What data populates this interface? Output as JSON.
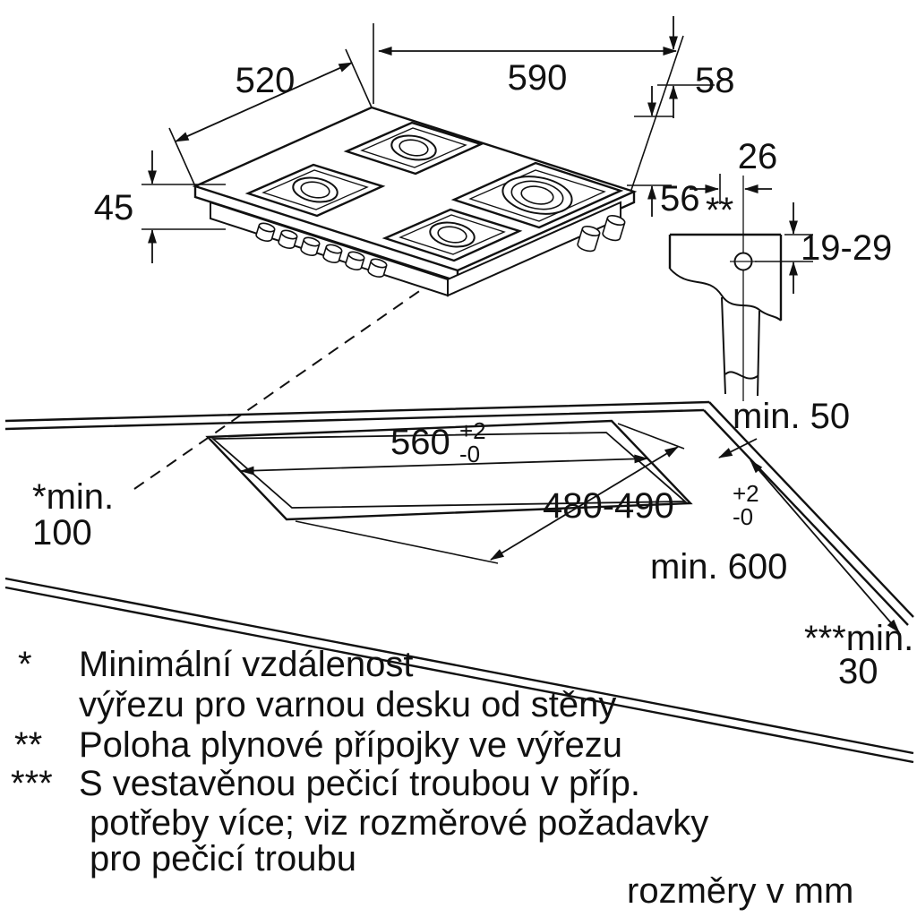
{
  "dims": {
    "hob_depth": "520",
    "hob_width": "590",
    "d58": "58",
    "d45": "45",
    "d56": "56",
    "gas_marker": "**",
    "gas_offset": "26",
    "gas_range": "19-29",
    "cutout_width": "560",
    "cutout_depth": "480-490",
    "tol_plus": "+2",
    "tol_minus": "-0",
    "min_rear": "min. 50",
    "min_worktop_depth": "min. 600",
    "min_front_l1": "***min.",
    "min_front_l2": "30",
    "min_wall_l1": "*min.",
    "min_wall_l2": "100"
  },
  "footnotes": {
    "f1_marker": "*",
    "f1_line1": "Minimální vzdálenost",
    "f1_line2": "výřezu pro varnou desku od stěny",
    "f2_marker": "**",
    "f2_line1": "Poloha plynové přípojky ve výřezu",
    "f3_marker": "***",
    "f3_line1": "S vestavěnou pečicí troubou v příp.",
    "f3_line2": "potřeby více; viz rozměrové požadavky",
    "f3_line3": "pro pečicí troubu"
  },
  "units_note": "rozměry v mm",
  "colors": {
    "line": "#111111",
    "burner_cap": "#c0c0c0",
    "background": "#ffffff"
  }
}
